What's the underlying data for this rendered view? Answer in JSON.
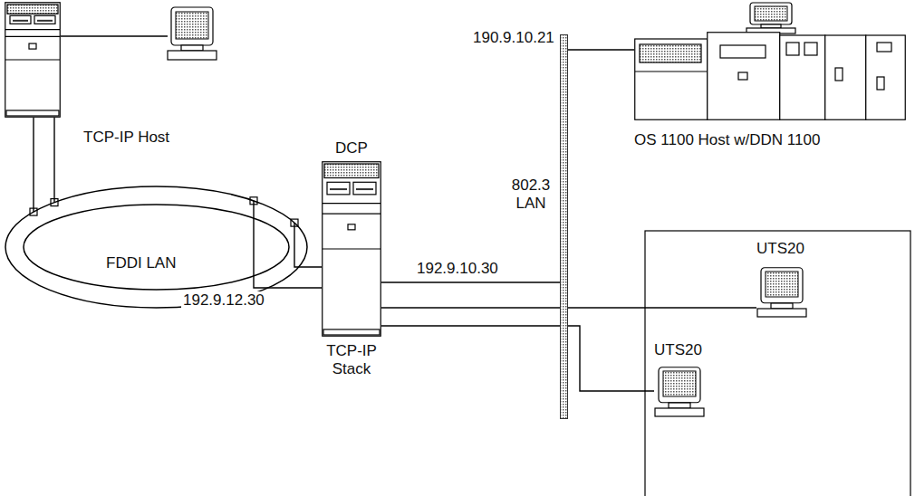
{
  "diagram": {
    "nodes": [
      {
        "text": [
          "TCP-IP Host"
        ]
      },
      {
        "text": [
          "FDDI LAN"
        ]
      },
      {
        "text": [
          "DCP",
          "TCP-IP Stack"
        ]
      },
      {
        "text": [
          "802.3 LAN"
        ]
      },
      {
        "text": [
          "OS 1100 Host w/DDN 1100"
        ]
      },
      {
        "text": [
          "UTS20"
        ]
      },
      {
        "text": [
          "UTS20"
        ]
      }
    ],
    "edges": [
      {
        "from": 0,
        "to": 1,
        "arrow": "none"
      },
      {
        "from": 0,
        "to": 1,
        "arrow": "none"
      },
      {
        "from": 1,
        "to": 2,
        "label": "192.9.12.30",
        "arrow": "none"
      },
      {
        "from": 1,
        "to": 2,
        "arrow": "none"
      },
      {
        "from": 2,
        "to": 3,
        "label": "192.9.10.30",
        "arrow": "none"
      },
      {
        "from": 3,
        "to": 4,
        "label": "190.9.10.21",
        "arrow": "none"
      },
      {
        "from": 2,
        "to": 5,
        "arrow": "none"
      },
      {
        "from": 2,
        "to": 6,
        "arrow": "none"
      }
    ]
  }
}
